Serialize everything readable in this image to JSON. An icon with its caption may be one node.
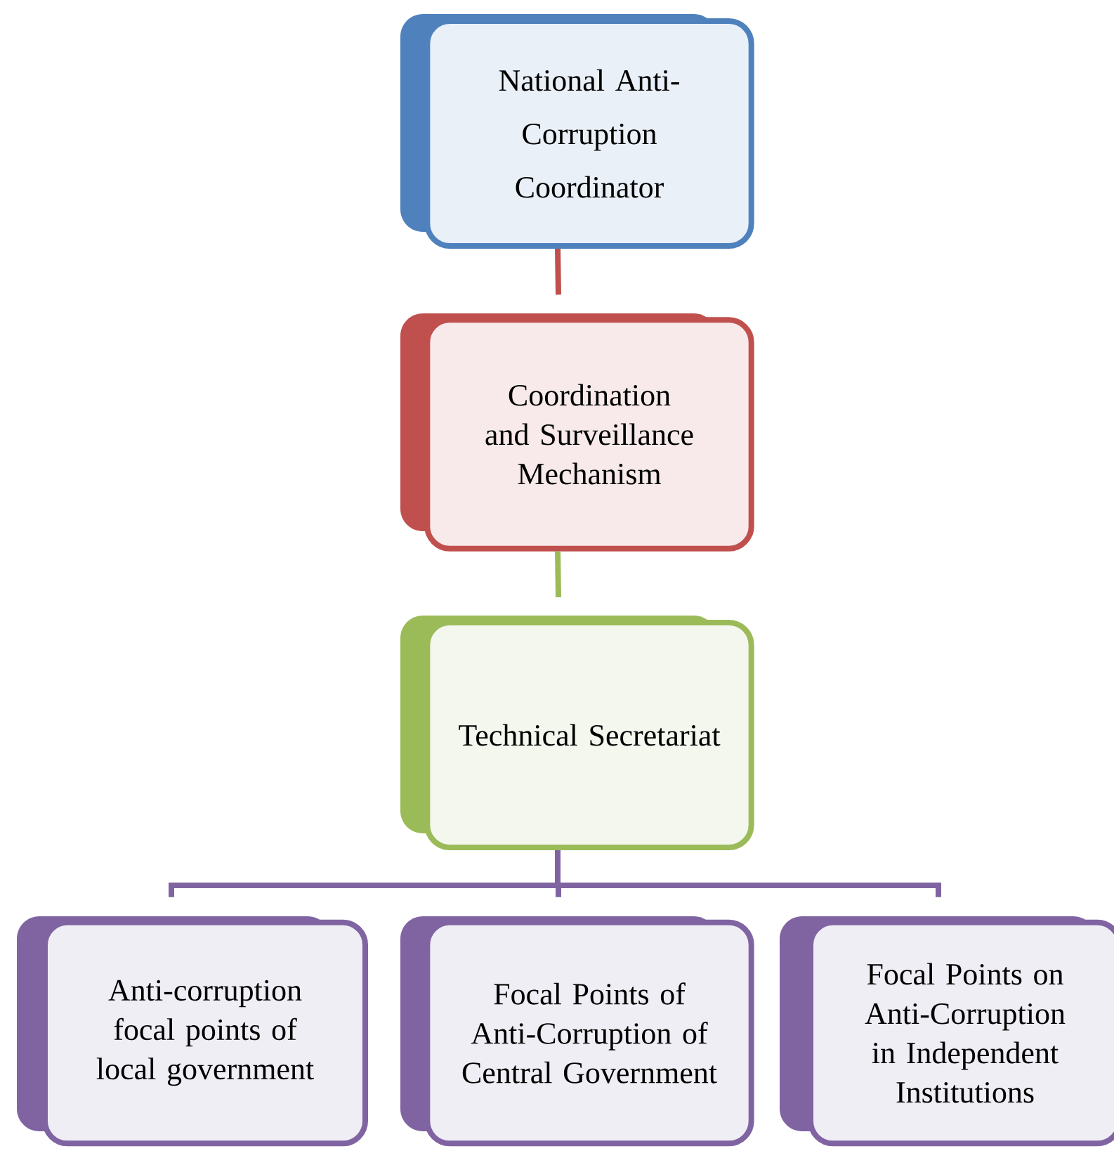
{
  "diagram": {
    "nodes": [
      {
        "text": [
          "National Anti- Corruption Coordinator"
        ]
      },
      {
        "text": [
          "Coordination and Surveillance Mechanism"
        ]
      },
      {
        "text": [
          "Technical Secretariat"
        ]
      },
      {
        "text": [
          "Anti-corruption focal points of local government"
        ]
      },
      {
        "text": [
          "Focal Points of Anti-Corruption of Central Government"
        ]
      },
      {
        "text": [
          "Focal Points on Anti-Corruption in Independent Institutions"
        ]
      }
    ],
    "edges": [
      {
        "from": 0,
        "to": 1,
        "arrow": "none",
        "color": "#c0504d"
      },
      {
        "from": 1,
        "to": 2,
        "arrow": "none",
        "color": "#9bbb59"
      },
      {
        "from": 2,
        "to": 3,
        "arrow": "none"
      },
      {
        "from": 2,
        "to": 4,
        "arrow": "none"
      },
      {
        "from": 2,
        "to": 5,
        "arrow": "none"
      }
    ]
  }
}
